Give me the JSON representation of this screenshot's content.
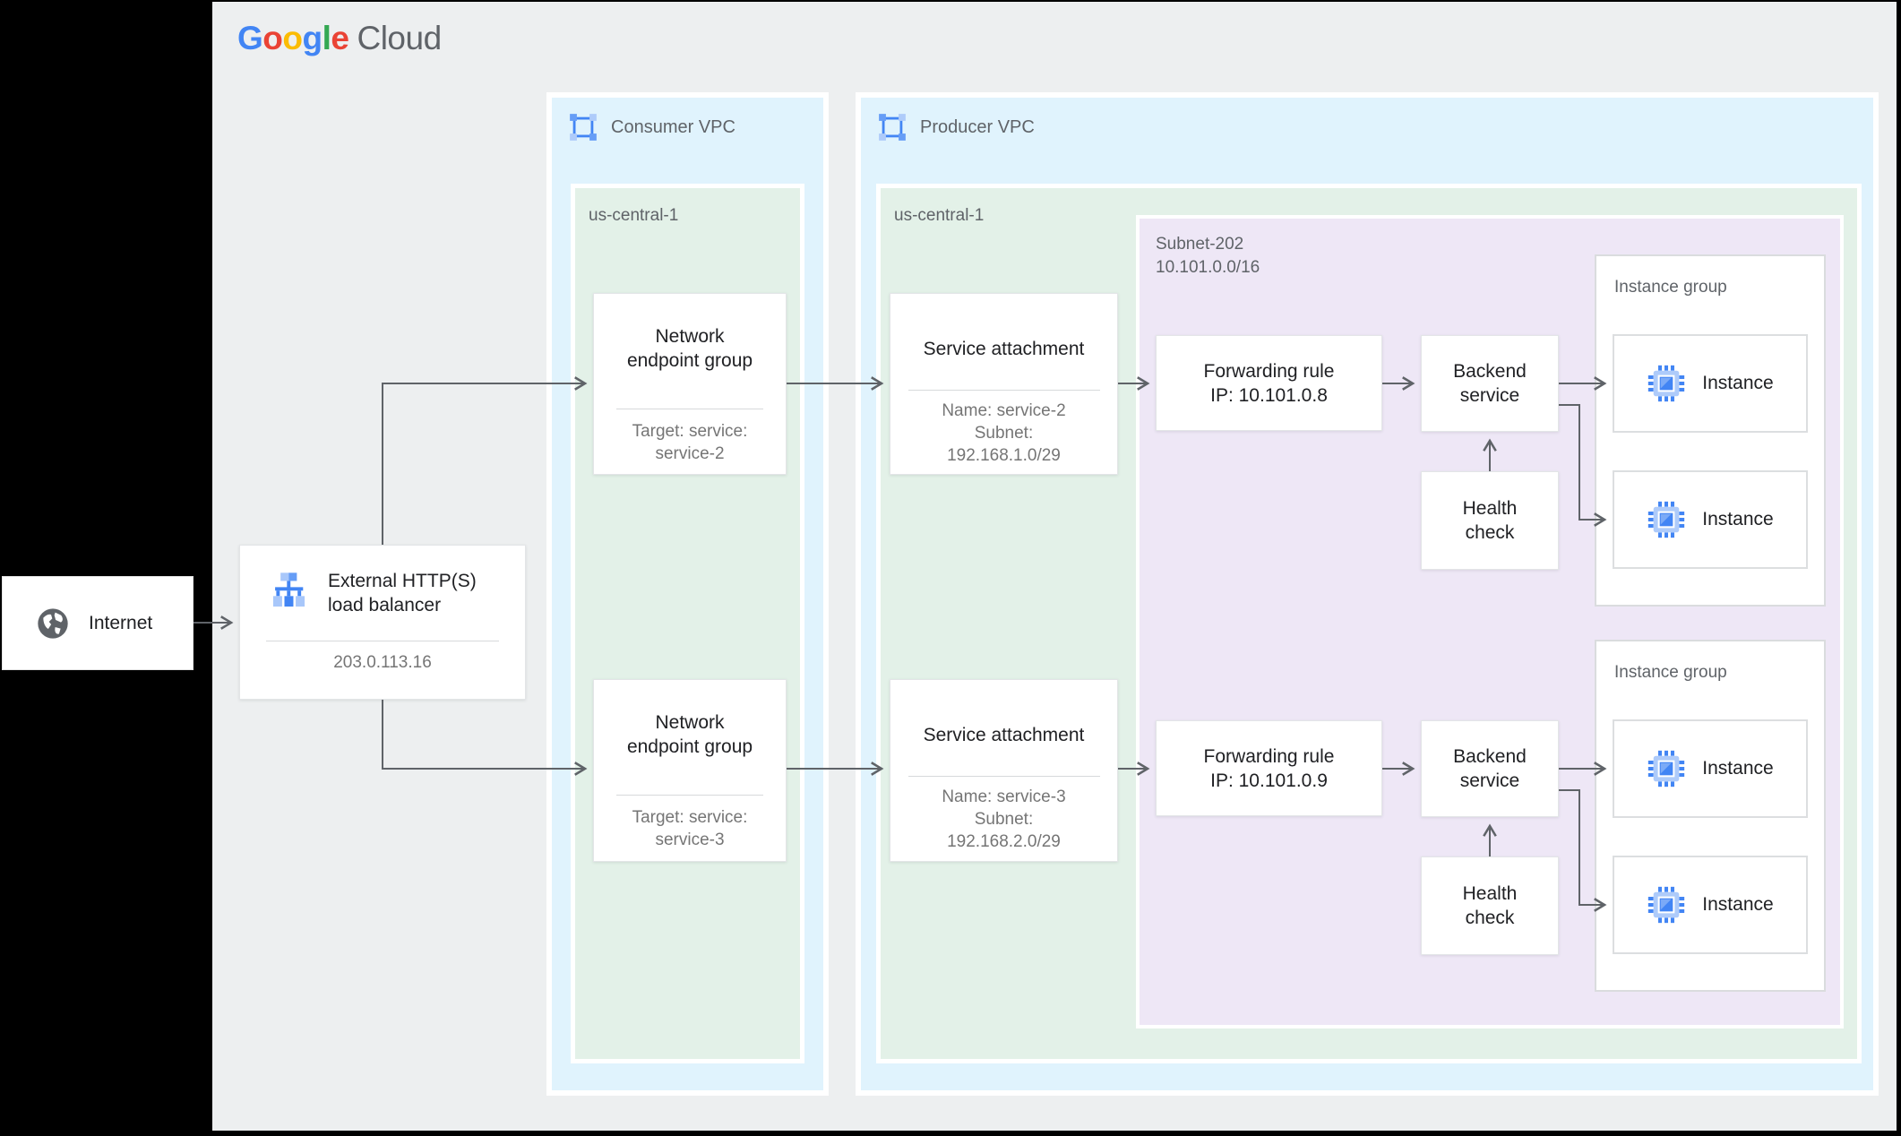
{
  "logo": {
    "google_letters": [
      {
        "ch": "G",
        "color": "#4285F4"
      },
      {
        "ch": "o",
        "color": "#EA4335"
      },
      {
        "ch": "o",
        "color": "#FBBC05"
      },
      {
        "ch": "g",
        "color": "#4285F4"
      },
      {
        "ch": "l",
        "color": "#34A853"
      },
      {
        "ch": "e",
        "color": "#EA4335"
      }
    ],
    "cloud": "Cloud"
  },
  "colors": {
    "canvas_bg": "#EDEFF0",
    "vpc_bg": "#E0F3FD",
    "region_bg": "#E3F1E8",
    "subnet_bg": "#EEE7F6",
    "node_bg": "#FFFFFF",
    "arrow": "#5F6368",
    "icon_blue": "#4285F4",
    "icon_blue_light": "#AECBFA",
    "icon_blue_mid": "#669DF6",
    "text_primary": "#202124",
    "text_secondary": "#757575",
    "label_gray": "#5F6368"
  },
  "internet": {
    "label": "Internet"
  },
  "load_balancer": {
    "title_lines": [
      "External HTTP(S)",
      "load balancer"
    ],
    "ip": "203.0.113.16"
  },
  "consumer_vpc": {
    "label": "Consumer VPC",
    "region": "us-central-1",
    "negs": [
      {
        "title_lines": [
          "Network",
          "endpoint group"
        ],
        "sub_lines": [
          "Target: service:",
          "service-2"
        ]
      },
      {
        "title_lines": [
          "Network",
          "endpoint group"
        ],
        "sub_lines": [
          "Target: service:",
          "service-3"
        ]
      }
    ]
  },
  "producer_vpc": {
    "label": "Producer VPC",
    "region": "us-central-1",
    "service_attachments": [
      {
        "title": "Service attachment",
        "sub_lines": [
          "Name: service-2",
          "Subnet:",
          "192.168.1.0/29"
        ]
      },
      {
        "title": "Service attachment",
        "sub_lines": [
          "Name: service-3",
          "Subnet:",
          "192.168.2.0/29"
        ]
      }
    ],
    "subnet": {
      "name": "Subnet-202",
      "cidr": "10.101.0.0/16",
      "forwarding_rules": [
        {
          "lines": [
            "Forwarding rule",
            "IP: 10.101.0.8"
          ]
        },
        {
          "lines": [
            "Forwarding rule",
            "IP: 10.101.0.9"
          ]
        }
      ],
      "backend_services": [
        {
          "lines": [
            "Backend",
            "service"
          ]
        },
        {
          "lines": [
            "Backend",
            "service"
          ]
        }
      ],
      "health_checks": [
        {
          "lines": [
            "Health",
            "check"
          ]
        },
        {
          "lines": [
            "Health",
            "check"
          ]
        }
      ],
      "instance_groups": [
        {
          "label": "Instance group",
          "instances": [
            "Instance",
            "Instance"
          ]
        },
        {
          "label": "Instance group",
          "instances": [
            "Instance",
            "Instance"
          ]
        }
      ]
    }
  }
}
